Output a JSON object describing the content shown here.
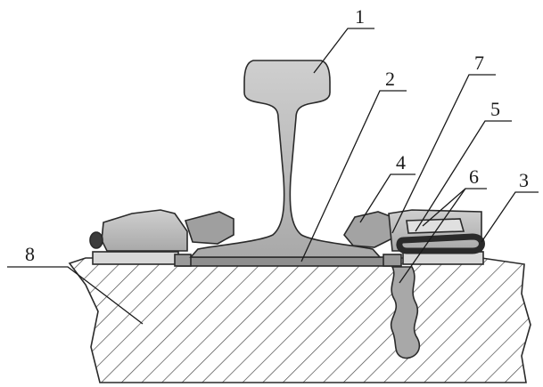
{
  "figure": {
    "callouts": [
      {
        "id": "1",
        "label": "1"
      },
      {
        "id": "2",
        "label": "2"
      },
      {
        "id": "3",
        "label": "3"
      },
      {
        "id": "4",
        "label": "4"
      },
      {
        "id": "5",
        "label": "5"
      },
      {
        "id": "6",
        "label": "6"
      },
      {
        "id": "7",
        "label": "7"
      },
      {
        "id": "8",
        "label": "8"
      }
    ],
    "colors": {
      "metal": "#bdbdbd",
      "metal_dark": "#8f8f8f",
      "concrete": "#ffffff",
      "hatch": "#4a4a4a",
      "rubber": "#3c3c3c",
      "outline": "#2a2a2a"
    }
  }
}
